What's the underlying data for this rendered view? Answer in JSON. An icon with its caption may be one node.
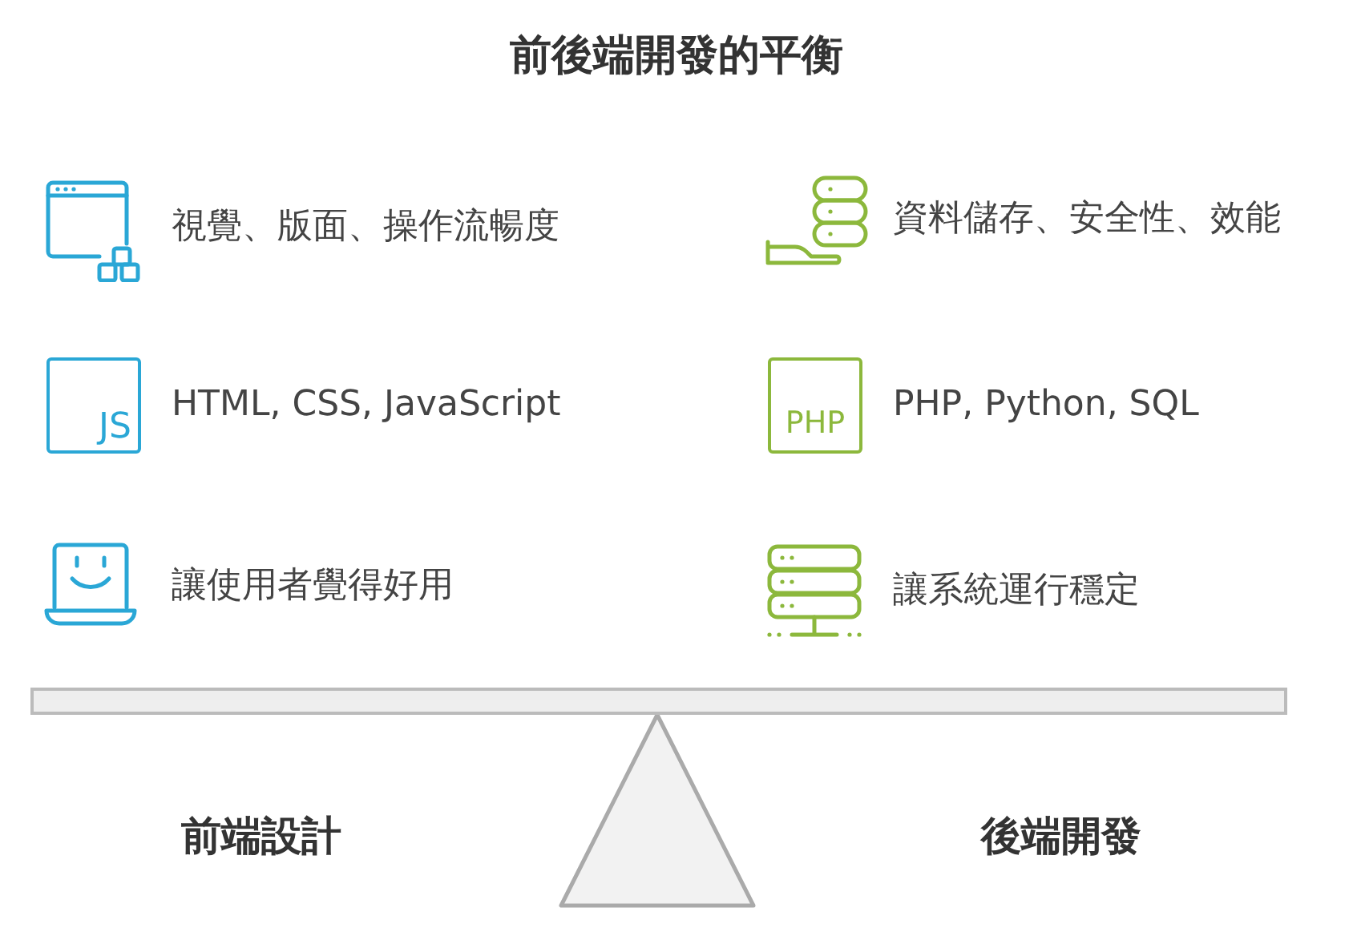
{
  "diagram": {
    "title": "前後端開發的平衡",
    "labels": [
      "視覺、版面、操作流暢度",
      "資料儲存、安全性、效能",
      "JS",
      "HTML, CSS, JavaScript",
      "PHP",
      "PHP, Python, SQL",
      "讓使用者覺得好用",
      "讓系統運行穩定",
      "前端設計",
      "後端開發"
    ]
  }
}
